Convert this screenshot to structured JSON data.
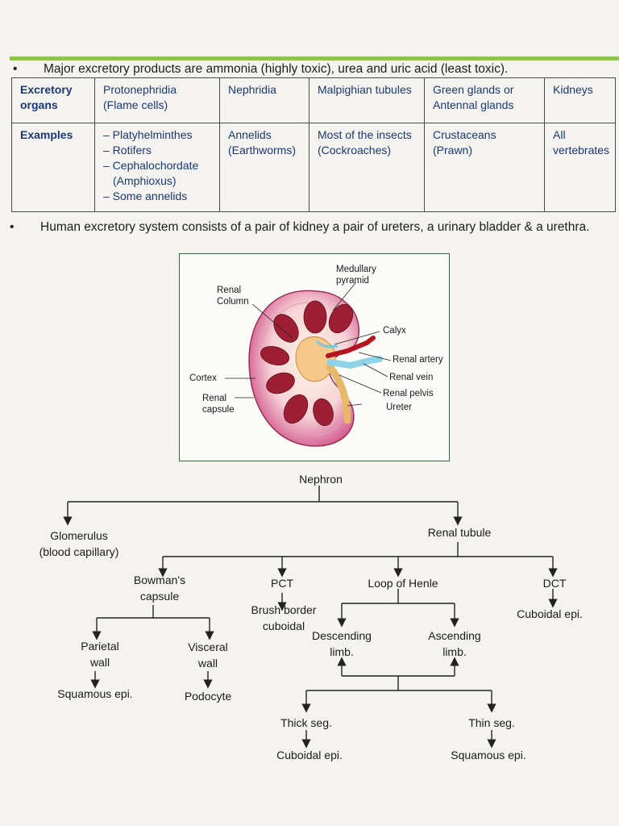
{
  "bullets": [
    "Major excretory products are ammonia (highly toxic), urea and uric acid (least toxic).",
    "Human excretory system consists of a pair of kidney a pair of ureters, a urinary bladder & a urethra."
  ],
  "table": {
    "header_row_label": "Excretory organs",
    "example_row_label": "Examples",
    "organs": [
      "Protonephridia (Flame cells)",
      "Nephridia",
      "Malpighian tubules",
      "Green glands or Antennal glands",
      "Kidneys"
    ],
    "examples": [
      [
        "– Platyhelminthes",
        "– Rotifers",
        "– Cephalochordate",
        "(Amphioxus)",
        "– Some annelids"
      ],
      [
        "Annelids",
        "(Earthworms)"
      ],
      [
        "Most of the insects",
        "(Cockroaches)"
      ],
      [
        "Crustaceans",
        "(Prawn)"
      ],
      [
        "All",
        "vertebrates"
      ]
    ]
  },
  "kidney_labels": {
    "medullary_pyramid": "Medullary pyramid",
    "renal_column": "Renal Column",
    "calyx": "Calyx",
    "renal_artery": "Renal artery",
    "renal_vein": "Renal vein",
    "cortex": "Cortex",
    "renal_pelvis": "Renal pelvis",
    "renal_capsule": "Renal capsule",
    "ureter": "Ureter"
  },
  "nephron_tree": {
    "root": "Nephron",
    "glomerulus": [
      "Glomerulus",
      "(blood capillary)"
    ],
    "renal_tubule": "Renal tubule",
    "bowmans_capsule": [
      "Bowman's",
      "capsule"
    ],
    "pct": "PCT",
    "pct_detail": [
      "Brush border",
      "cuboidal"
    ],
    "loop_of_henle": "Loop of Henle",
    "dct": "DCT",
    "dct_detail": "Cuboidal epi.",
    "parietal_wall": [
      "Parietal",
      "wall"
    ],
    "parietal_detail": "Squamous epi.",
    "visceral_wall": [
      "Visceral",
      "wall"
    ],
    "visceral_detail": "Podocyte",
    "descending_limb": [
      "Descending",
      "limb."
    ],
    "ascending_limb": [
      "Ascending",
      "limb."
    ],
    "thick_seg": "Thick seg.",
    "thick_detail": "Cuboidal epi.",
    "thin_seg": "Thin seg.",
    "thin_detail": "Squamous epi."
  },
  "colors": {
    "accent_bar": "#8dc63f",
    "table_text": "#1a3970",
    "frame": "#2f6b3c"
  }
}
